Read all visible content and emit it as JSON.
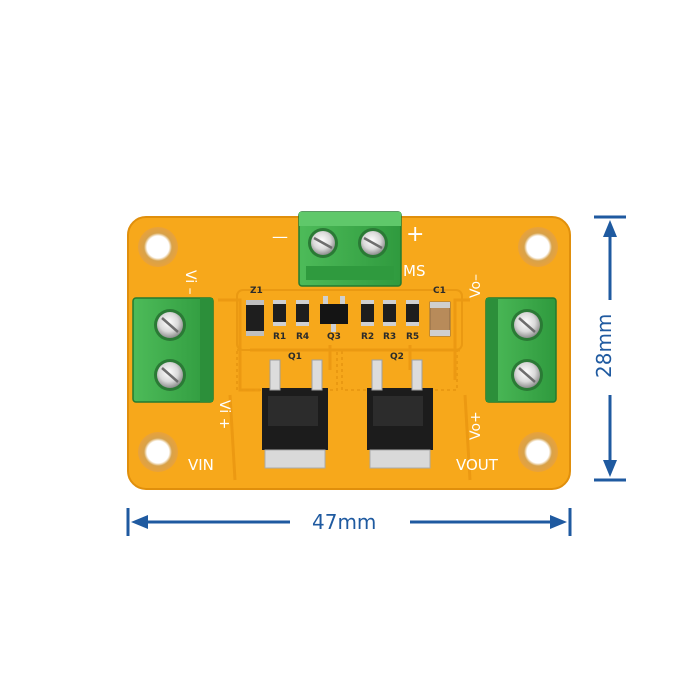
{
  "board": {
    "color": "#f7a81b",
    "labels": {
      "vin": "VIN",
      "vout": "VOUT",
      "ms": "MS",
      "minus": "—",
      "plus": "+",
      "vi_minus": "Vi –",
      "vi_plus": "Vi +",
      "vo_minus": "Vo–",
      "vo_plus": "Vo+"
    },
    "silkscreen": {
      "z1": "Z1",
      "r1": "R1",
      "r4": "R4",
      "q3": "Q3",
      "r2": "R2",
      "r3": "R3",
      "r5": "R5",
      "c1": "C1",
      "q1": "Q1",
      "q2": "Q2"
    },
    "terminal_color": "#3cab49"
  },
  "dimensions": {
    "width_label": "47mm",
    "height_label": "28mm",
    "color": "#1f5aa0"
  }
}
